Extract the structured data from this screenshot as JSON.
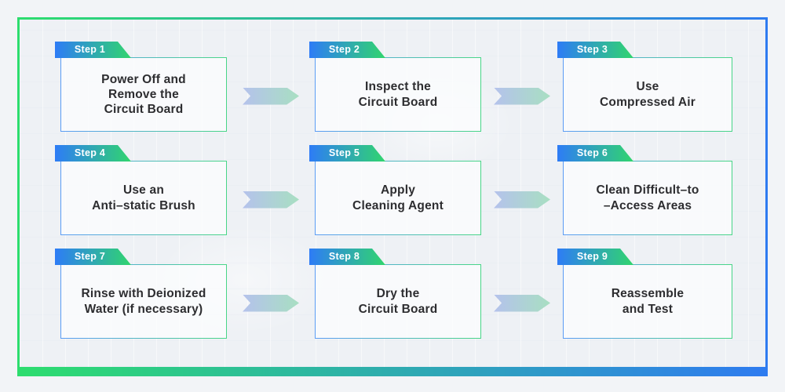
{
  "diagram": {
    "kind": "flowchart",
    "topic": "Circuit board cleaning process",
    "rows": 3,
    "columns": 3
  },
  "steps": [
    {
      "tag": "Step 1",
      "title": "Power Off and\nRemove the\nCircuit Board"
    },
    {
      "tag": "Step 2",
      "title": "Inspect the\nCircuit Board"
    },
    {
      "tag": "Step 3",
      "title": "Use\nCompressed Air"
    },
    {
      "tag": "Step 4",
      "title": "Use an\nAnti–static Brush"
    },
    {
      "tag": "Step 5",
      "title": "Apply\nCleaning Agent"
    },
    {
      "tag": "Step 6",
      "title": "Clean Difficult–to\n–Access Areas"
    },
    {
      "tag": "Step 7",
      "title": "Rinse with Deionized\nWater (if necessary)"
    },
    {
      "tag": "Step 8",
      "title": "Dry the\nCircuit Board"
    },
    {
      "tag": "Step 9",
      "title": "Reassemble\nand Test"
    }
  ],
  "colors": {
    "page_bg": "#f2f4f7",
    "canvas_bg": "#eef1f5",
    "frame_green": "#2ddd6e",
    "frame_blue": "#2e7bf0",
    "tag_blue": "#2e7cf6",
    "tag_green": "#31d56e",
    "tag_text": "#ffffff",
    "box_border_blue": "#5b9cf5",
    "box_border_green": "#48d687",
    "box_bg": "rgba(251,253,254,0.8)",
    "arrow_start": "#b5c2ec",
    "arrow_end": "#a8dfc2",
    "text": "#2d2d30"
  }
}
